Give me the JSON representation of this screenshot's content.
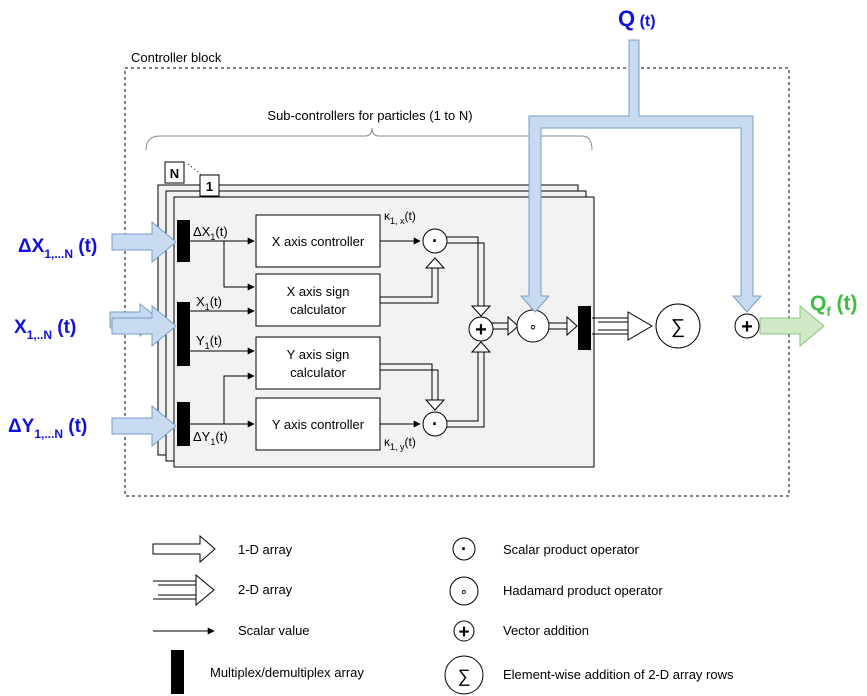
{
  "controller_label": "Controller block",
  "subcontrollers_label": "Sub-controllers for particles (1 to N)",
  "stack": {
    "front_tab": "1",
    "back_tab": "N"
  },
  "inputs": {
    "dx": {
      "main": "ΔX",
      "sub": "1,...N",
      "suffix": " (t)"
    },
    "x": {
      "main": "X",
      "sub": "1,..N",
      "suffix": " (t)"
    },
    "dy": {
      "main": "ΔY",
      "sub": "1,...N",
      "suffix": " (t)"
    }
  },
  "q_input": {
    "main": "Q",
    "suffix": " (t)"
  },
  "output": {
    "main": "Q",
    "sub": "f",
    "suffix": " (t)"
  },
  "signals": {
    "dx1": {
      "main": "ΔX",
      "sub": "1",
      "suffix": "(t)"
    },
    "x1": {
      "main": "X",
      "sub": "1",
      "suffix": "(t)"
    },
    "y1": {
      "main": "Y",
      "sub": "1",
      "suffix": "(t)"
    },
    "dy1": {
      "main": "ΔY",
      "sub": "1",
      "suffix": "(t)"
    },
    "kx": {
      "main": "κ",
      "sub": "1, x",
      "suffix": "(t)"
    },
    "ky": {
      "main": "κ",
      "sub": "1, y",
      "suffix": "(t)"
    }
  },
  "blocks": {
    "x_controller": [
      "X axis controller"
    ],
    "x_sign": [
      "X axis sign",
      "calculator"
    ],
    "y_sign": [
      "Y axis sign",
      "calculator"
    ],
    "y_controller": [
      "Y axis controller"
    ]
  },
  "operators": {
    "scalar": "·",
    "hadamard": "∘",
    "add": "+",
    "sum": "∑"
  },
  "legend": {
    "one_d": "1-D array",
    "two_d": "2-D array",
    "scalar": "Scalar value",
    "mux": "Multiplex/demultiplex array",
    "scalar_product": "Scalar product operator",
    "hadamard_product": "Hadamard product operator",
    "vector_addition": "Vector addition",
    "elementwise_sum": "Element-wise addition of 2-D array rows"
  },
  "colors": {
    "blue_text": "#1010e0",
    "green_text": "#3fbf3f",
    "blue_arrow_fill": "#c7daf0",
    "blue_arrow_stroke": "#7a9ec9",
    "green_arrow_fill": "#cfe9c7",
    "green_arrow_stroke": "#8cc47d",
    "panel_fill": "#f2f2f2"
  }
}
